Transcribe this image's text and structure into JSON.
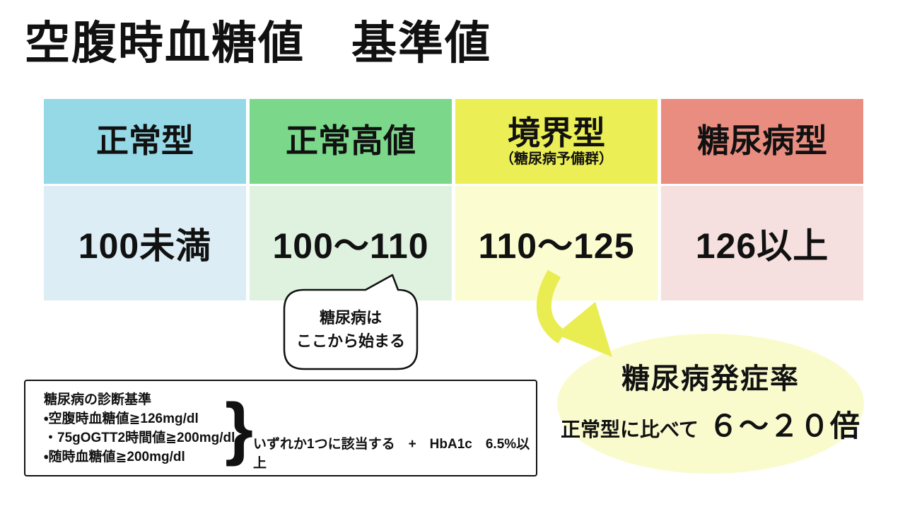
{
  "title": "空腹時血糖値　基準値",
  "table": {
    "columns": [
      {
        "label": "正常型",
        "sublabel": "",
        "value": "100未満",
        "header_color": "#96d9e6",
        "value_color": "#dcedf5"
      },
      {
        "label": "正常高値",
        "sublabel": "",
        "value": "100〜110",
        "header_color": "#7bd88a",
        "value_color": "#def2df"
      },
      {
        "label": "境界型",
        "sublabel": "（糖尿病予備群）",
        "value": "110〜125",
        "header_color": "#ebef55",
        "value_color": "#fbfcd0"
      },
      {
        "label": "糖尿病型",
        "sublabel": "",
        "value": "126以上",
        "header_color": "#e98d80",
        "value_color": "#f5dfdf"
      }
    ]
  },
  "bubble": {
    "line1": "糖尿病は",
    "line2": "ここから始まる"
  },
  "criteria_box": {
    "title": "糖尿病の診断基準",
    "items": "・空腹時血糖値≧126mg/dl\n・75gOGTT2時間値≧200mg/dl\n・随時血糖値≧200mg/dl",
    "brace": "}",
    "note": "いずれか1つに該当する　+　HbA1c　6.5%以上"
  },
  "highlight": {
    "title": "糖尿病発症率",
    "prefix": "正常型に比べて",
    "value": "６〜２０倍",
    "ellipse_color": "#fafbcd",
    "arrow_color": "#e9ed51",
    "stroke_color": "#111111"
  }
}
